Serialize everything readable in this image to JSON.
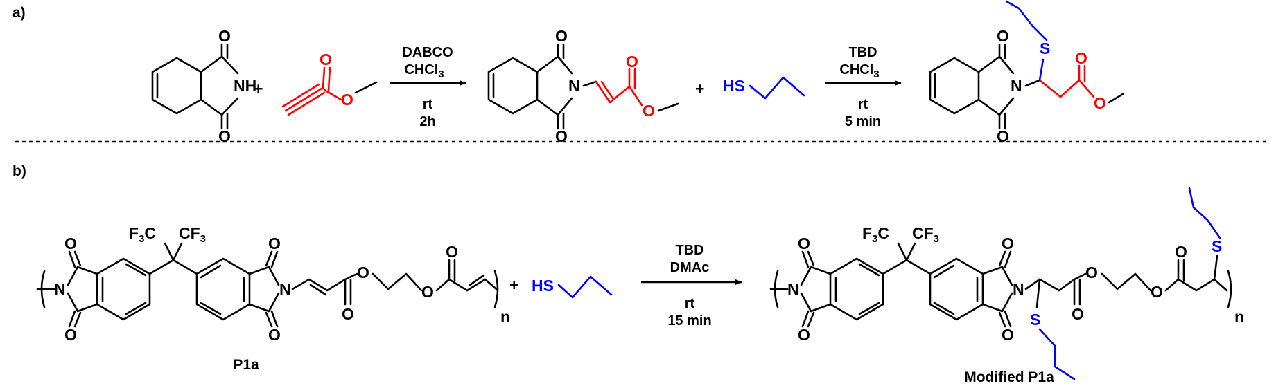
{
  "panels": {
    "a": {
      "label": "a)"
    },
    "b": {
      "label": "b)"
    }
  },
  "atoms": {
    "O": "O",
    "N": "N",
    "NH": "NH",
    "HS": "HS",
    "S": "S",
    "F3C": "F",
    "F3C_tail": "C",
    "CF3": "CF",
    "sub3": "3",
    "n": "n",
    "plus": "+"
  },
  "reaction_a": {
    "step1": {
      "reagent1": "DABCO",
      "reagent2": "CHCl",
      "reagent2_sub": "3",
      "temp": "rt",
      "time": "2h"
    },
    "step2": {
      "reagent1": "TBD",
      "reagent2": "CHCl",
      "reagent2_sub": "3",
      "temp": "rt",
      "time": "5 min"
    }
  },
  "reaction_b": {
    "reagent1": "TBD",
    "reagent2": "DMAc",
    "temp": "rt",
    "time": "15 min",
    "reactant_label": "P1a",
    "product_label": "Modified P1a"
  },
  "colors": {
    "acrylate": "#ff0000",
    "thiol": "#0000ff",
    "bonds": "#000000"
  }
}
